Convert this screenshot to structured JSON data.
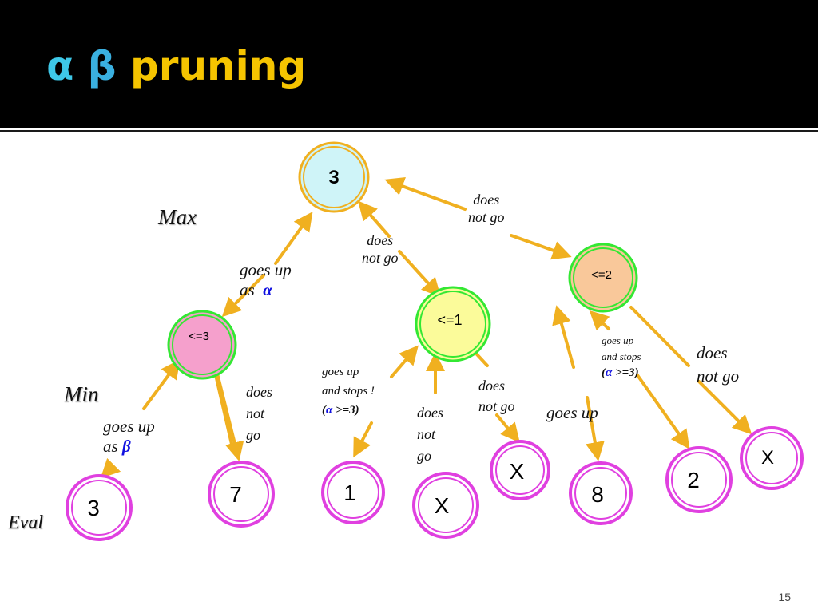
{
  "slide": {
    "title_alpha": "α",
    "title_beta": "β",
    "title_word": "pruning",
    "page_number": "15"
  },
  "levels": {
    "max": "Max",
    "min": "Min",
    "eval": "Eval"
  },
  "nodes": {
    "root": "3",
    "min_left": "<=3",
    "min_mid": "<=1",
    "min_right": "<=2",
    "leaf_1": "3",
    "leaf_2": "7",
    "leaf_3": "1",
    "leaf_4": "X",
    "leaf_5": "X",
    "leaf_6": "8",
    "leaf_7": "2",
    "leaf_8": "X"
  },
  "annotations": {
    "goes_up_as_alpha": {
      "line1": "goes up",
      "line2": "as",
      "symbol": "α"
    },
    "goes_up_as_beta": {
      "line1": "goes up",
      "line2": "as",
      "symbol": "β"
    },
    "does_not_go_top_right": {
      "line1": "does",
      "line2": "not go"
    },
    "does_not_go_root_mid": {
      "line1": "does",
      "line2": "not go"
    },
    "does_not_go_left": {
      "line1": "does",
      "line2": "not",
      "line3": "go"
    },
    "goes_up_and_stops_mid": {
      "line1": "goes up",
      "line2": "and stops !",
      "open": "(",
      "symbol": "α",
      "rest": " >=3)"
    },
    "does_not_go_mid_x": {
      "line1": "does",
      "line2": "not",
      "line3": "go"
    },
    "does_not_go_mid_right": {
      "line1": "does",
      "line2": "not go"
    },
    "goes_up_right": {
      "line1": "goes up"
    },
    "goes_up_and_stops_right": {
      "line1": "goes up",
      "line2": "and stops",
      "open": "(",
      "symbol": "α",
      "rest": " >=3)"
    },
    "does_not_go_far_right": {
      "line1": "does",
      "line2": "not go"
    }
  },
  "colors": {
    "header_bg": "#000000",
    "arrow": "#f0b020",
    "root_fill": "#cff4f8",
    "root_ring": "#f0b020",
    "min_left_fill": "#f5a0cc",
    "min_mid_fill": "#fbfb9a",
    "min_right_fill": "#f9c89a",
    "min_ring": "#33e833",
    "leaf_ring": "#e040e0"
  }
}
